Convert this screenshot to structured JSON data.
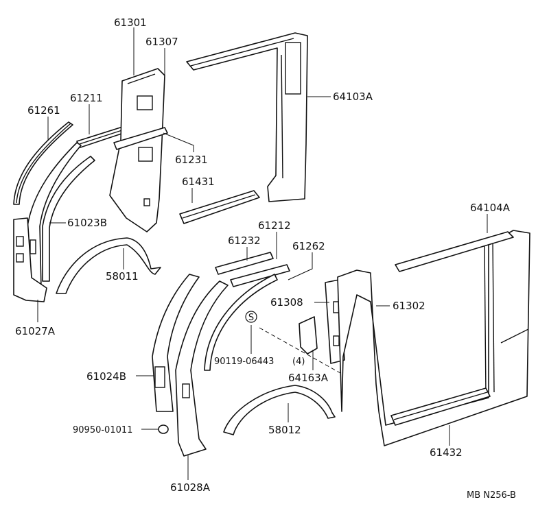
{
  "labels": {
    "p61301": "61301",
    "p61307": "61307",
    "p61211": "61211",
    "p61261": "61261",
    "p64103A": "64103A",
    "p61231": "61231",
    "p61431": "61431",
    "p61023B": "61023B",
    "p58011": "58011",
    "p61027A": "61027A",
    "p64104A": "64104A",
    "p61212": "61212",
    "p61232": "61232",
    "p61262": "61262",
    "p61308": "61308",
    "p61302": "61302",
    "p90119": "90119-06443",
    "p90119_qty": "(4)",
    "p64163A": "64163A",
    "p61024B": "61024B",
    "p90950": "90950-01011",
    "p58012": "58012",
    "p61432": "61432",
    "p61028A": "61028A",
    "screw_symbol": "S",
    "diagram_code": "MB N256-B"
  }
}
